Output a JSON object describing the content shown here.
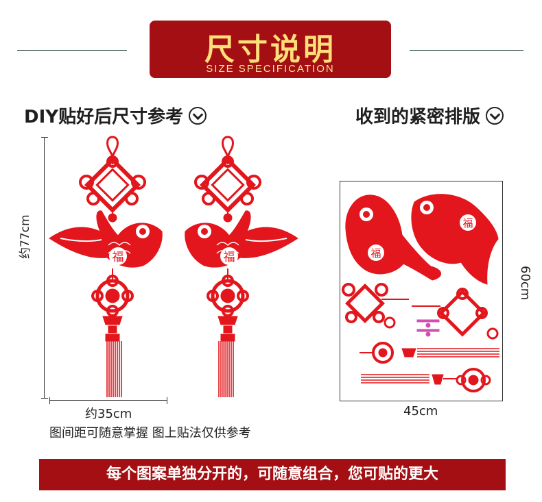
{
  "header": {
    "title": "尺寸说明",
    "subtitle": "SIZE SPECIFICATION"
  },
  "left_section": {
    "title": "DIY贴好后尺寸参考",
    "height_label": "约77cm",
    "width_label": "约35cm",
    "note": "图间距可随意掌握 图上贴法仅供参考"
  },
  "right_section": {
    "title": "收到的紧密排版",
    "width_label": "45cm",
    "height_label": "60cm"
  },
  "pendant_1": {
    "blessing_char": "福"
  },
  "pendant_2": {
    "blessing_char": "福"
  },
  "sheet": {
    "blessing_char_1": "福",
    "blessing_char_2": "福"
  },
  "footer": {
    "banner": "每个图案单独分开的，可随意组合，您可贴的更大"
  },
  "colors": {
    "brand_red": "#a30f12",
    "paper_red": "#e2161c",
    "gold_text": "#ffdf7a",
    "accent_pink": "#d04fb0"
  },
  "icons": {
    "section_chevron": "chevron-down-circle-icon"
  }
}
